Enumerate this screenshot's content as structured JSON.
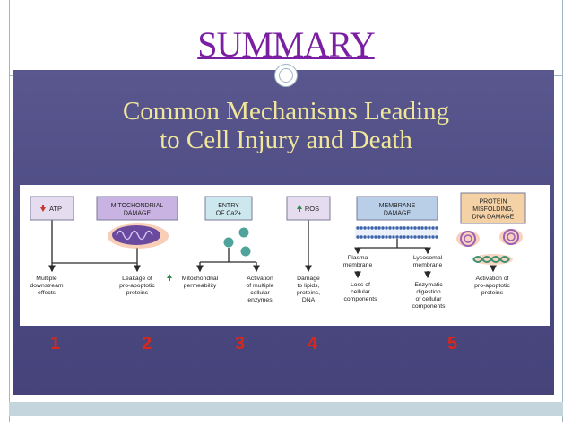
{
  "slide": {
    "title": "SUMMARY"
  },
  "panel": {
    "heading_line1": "Common Mechanisms Leading",
    "heading_line2": "to Cell Injury and Death"
  },
  "diagram": {
    "boxes": [
      {
        "id": "atp",
        "arrow": "down",
        "label": "ATP",
        "color": "#e5ddef"
      },
      {
        "id": "mito",
        "label": [
          "MITOCHONDRIAL",
          "DAMAGE"
        ],
        "color": "#c9b3e3"
      },
      {
        "id": "calcium",
        "label": [
          "ENTRY",
          "OF Ca2+"
        ],
        "color": "#cde7ef"
      },
      {
        "id": "ros",
        "arrow": "up",
        "label": "ROS",
        "color": "#e5ddef"
      },
      {
        "id": "membrane",
        "label": [
          "MEMBRANE",
          "DAMAGE"
        ],
        "color": "#b9cfe8"
      },
      {
        "id": "protein",
        "label": [
          "PROTEIN",
          "MISFOLDING,",
          "DNA DAMAGE"
        ],
        "color": "#f4d2a6"
      }
    ],
    "intermediates": {
      "plasma": [
        "Plasma",
        "membrane"
      ],
      "lysosomal": [
        "Lysosomal",
        "membrane"
      ]
    },
    "outcomes": [
      {
        "id": "o1",
        "lines": [
          "Multiple",
          "downstream",
          "effects"
        ]
      },
      {
        "id": "o2",
        "lines": [
          "Leakage of",
          "pro-apoptotic",
          "proteins"
        ]
      },
      {
        "id": "o3",
        "lines": [
          "Mitochondrial",
          "permeability"
        ],
        "arrow": "up"
      },
      {
        "id": "o4",
        "lines": [
          "Activation",
          "of multiple",
          "cellular",
          "enzymes"
        ]
      },
      {
        "id": "o5",
        "lines": [
          "Damage",
          "to lipids,",
          "proteins,",
          "DNA"
        ]
      },
      {
        "id": "o6",
        "lines": [
          "Loss of",
          "cellular",
          "components"
        ]
      },
      {
        "id": "o7",
        "lines": [
          "Enzymatic",
          "digestion",
          "of cellular",
          "components"
        ]
      },
      {
        "id": "o8",
        "lines": [
          "Activation of",
          "pro-apoptotic",
          "proteins"
        ]
      }
    ],
    "colors": {
      "arrow": "#2a2a2a",
      "text": "#222222"
    }
  },
  "numbers": [
    "1",
    "2",
    "3",
    "4",
    "5"
  ],
  "colors": {
    "title": "#7a1fa2",
    "panel": "#4b4981",
    "heading": "#f1e79a",
    "numbers": "#d8281c",
    "frame": "#9fb6c4"
  }
}
